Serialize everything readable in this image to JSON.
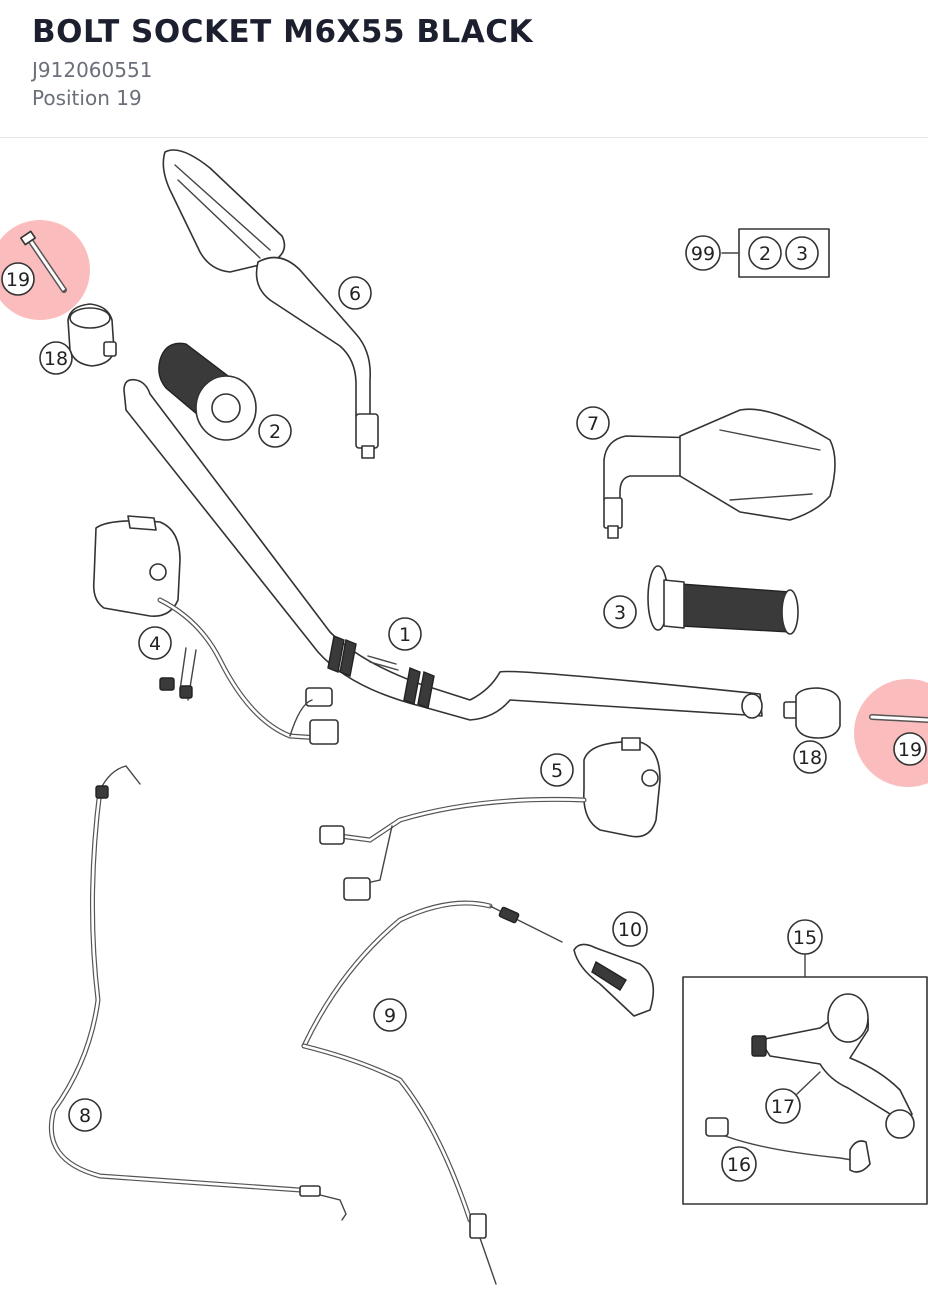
{
  "header": {
    "title": "BOLT SOCKET M6X55 BLACK",
    "part_number": "J912060551",
    "position": "Position 19"
  },
  "highlight_color": "#f46a6a",
  "callouts": {
    "c19_left": "19",
    "c18_left": "18",
    "c6": "6",
    "c2": "2",
    "c99": "99",
    "c99_a": "2",
    "c99_b": "3",
    "c7": "7",
    "c4": "4",
    "c1": "1",
    "c3": "3",
    "c19_right": "19",
    "c18_right": "18",
    "c5": "5",
    "c10": "10",
    "c15": "15",
    "c9": "9",
    "c17": "17",
    "c8": "8",
    "c16": "16"
  }
}
